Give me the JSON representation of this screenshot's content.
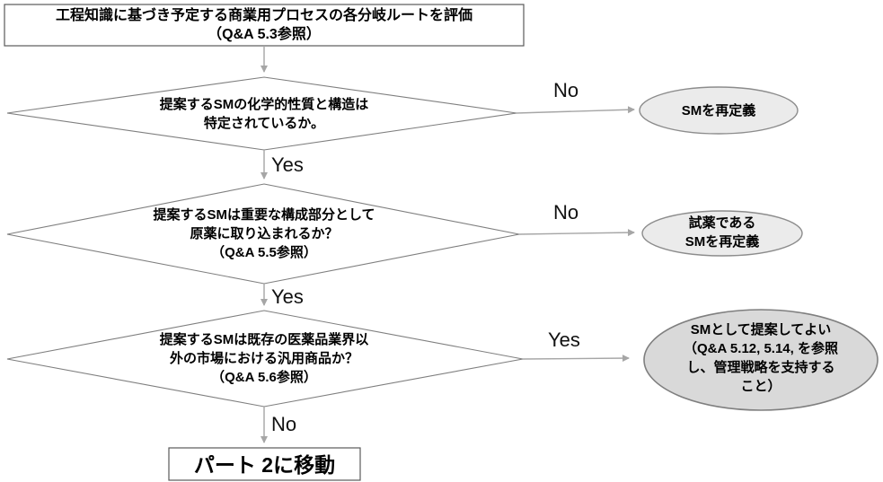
{
  "nodes": {
    "start": {
      "text": "工程知識に基づき予定する商業用プロセスの各分岐ルートを評価\n（Q&A 5.3参照）"
    },
    "decision1": {
      "text": "提案するSMの化学的性質と構造は\n特定されているか。"
    },
    "decision2": {
      "text": "提案するSMは重要な構成部分として\n原薬に取り込まれるか？\n（Q&A 5.5参照）"
    },
    "decision3": {
      "text": "提案するSMは既存の医薬品業界以\n外の市場における汎用商品か？\n（Q&A 5.6参照）"
    },
    "outcome_redefine": {
      "text": "SMを再定義"
    },
    "outcome_reagent": {
      "text": "試薬である\nSMを再定義"
    },
    "outcome_propose": {
      "text": "SMとして提案してよい\n（Q&A 5.12, 5.14, を参照\nし、管理戦略を支持する\nこと）"
    },
    "end": {
      "text": "パート 2に移動"
    }
  },
  "edge_labels": {
    "decision1_no": "No",
    "decision1_yes": "Yes",
    "decision2_no": "No",
    "decision2_yes": "Yes",
    "decision3_yes": "Yes",
    "decision3_no": "No"
  },
  "colors": {
    "background": "#ffffff",
    "node_fill": "#ffffff",
    "node_border": "#7f7f7f",
    "rect_border": "#595959",
    "arrow": "#a6a6a6",
    "outcome_fill_light": "#ebebeb",
    "outcome_fill_dark": "#d9d9d9",
    "outcome_border": "#8c8c8c",
    "text": "#000000"
  }
}
